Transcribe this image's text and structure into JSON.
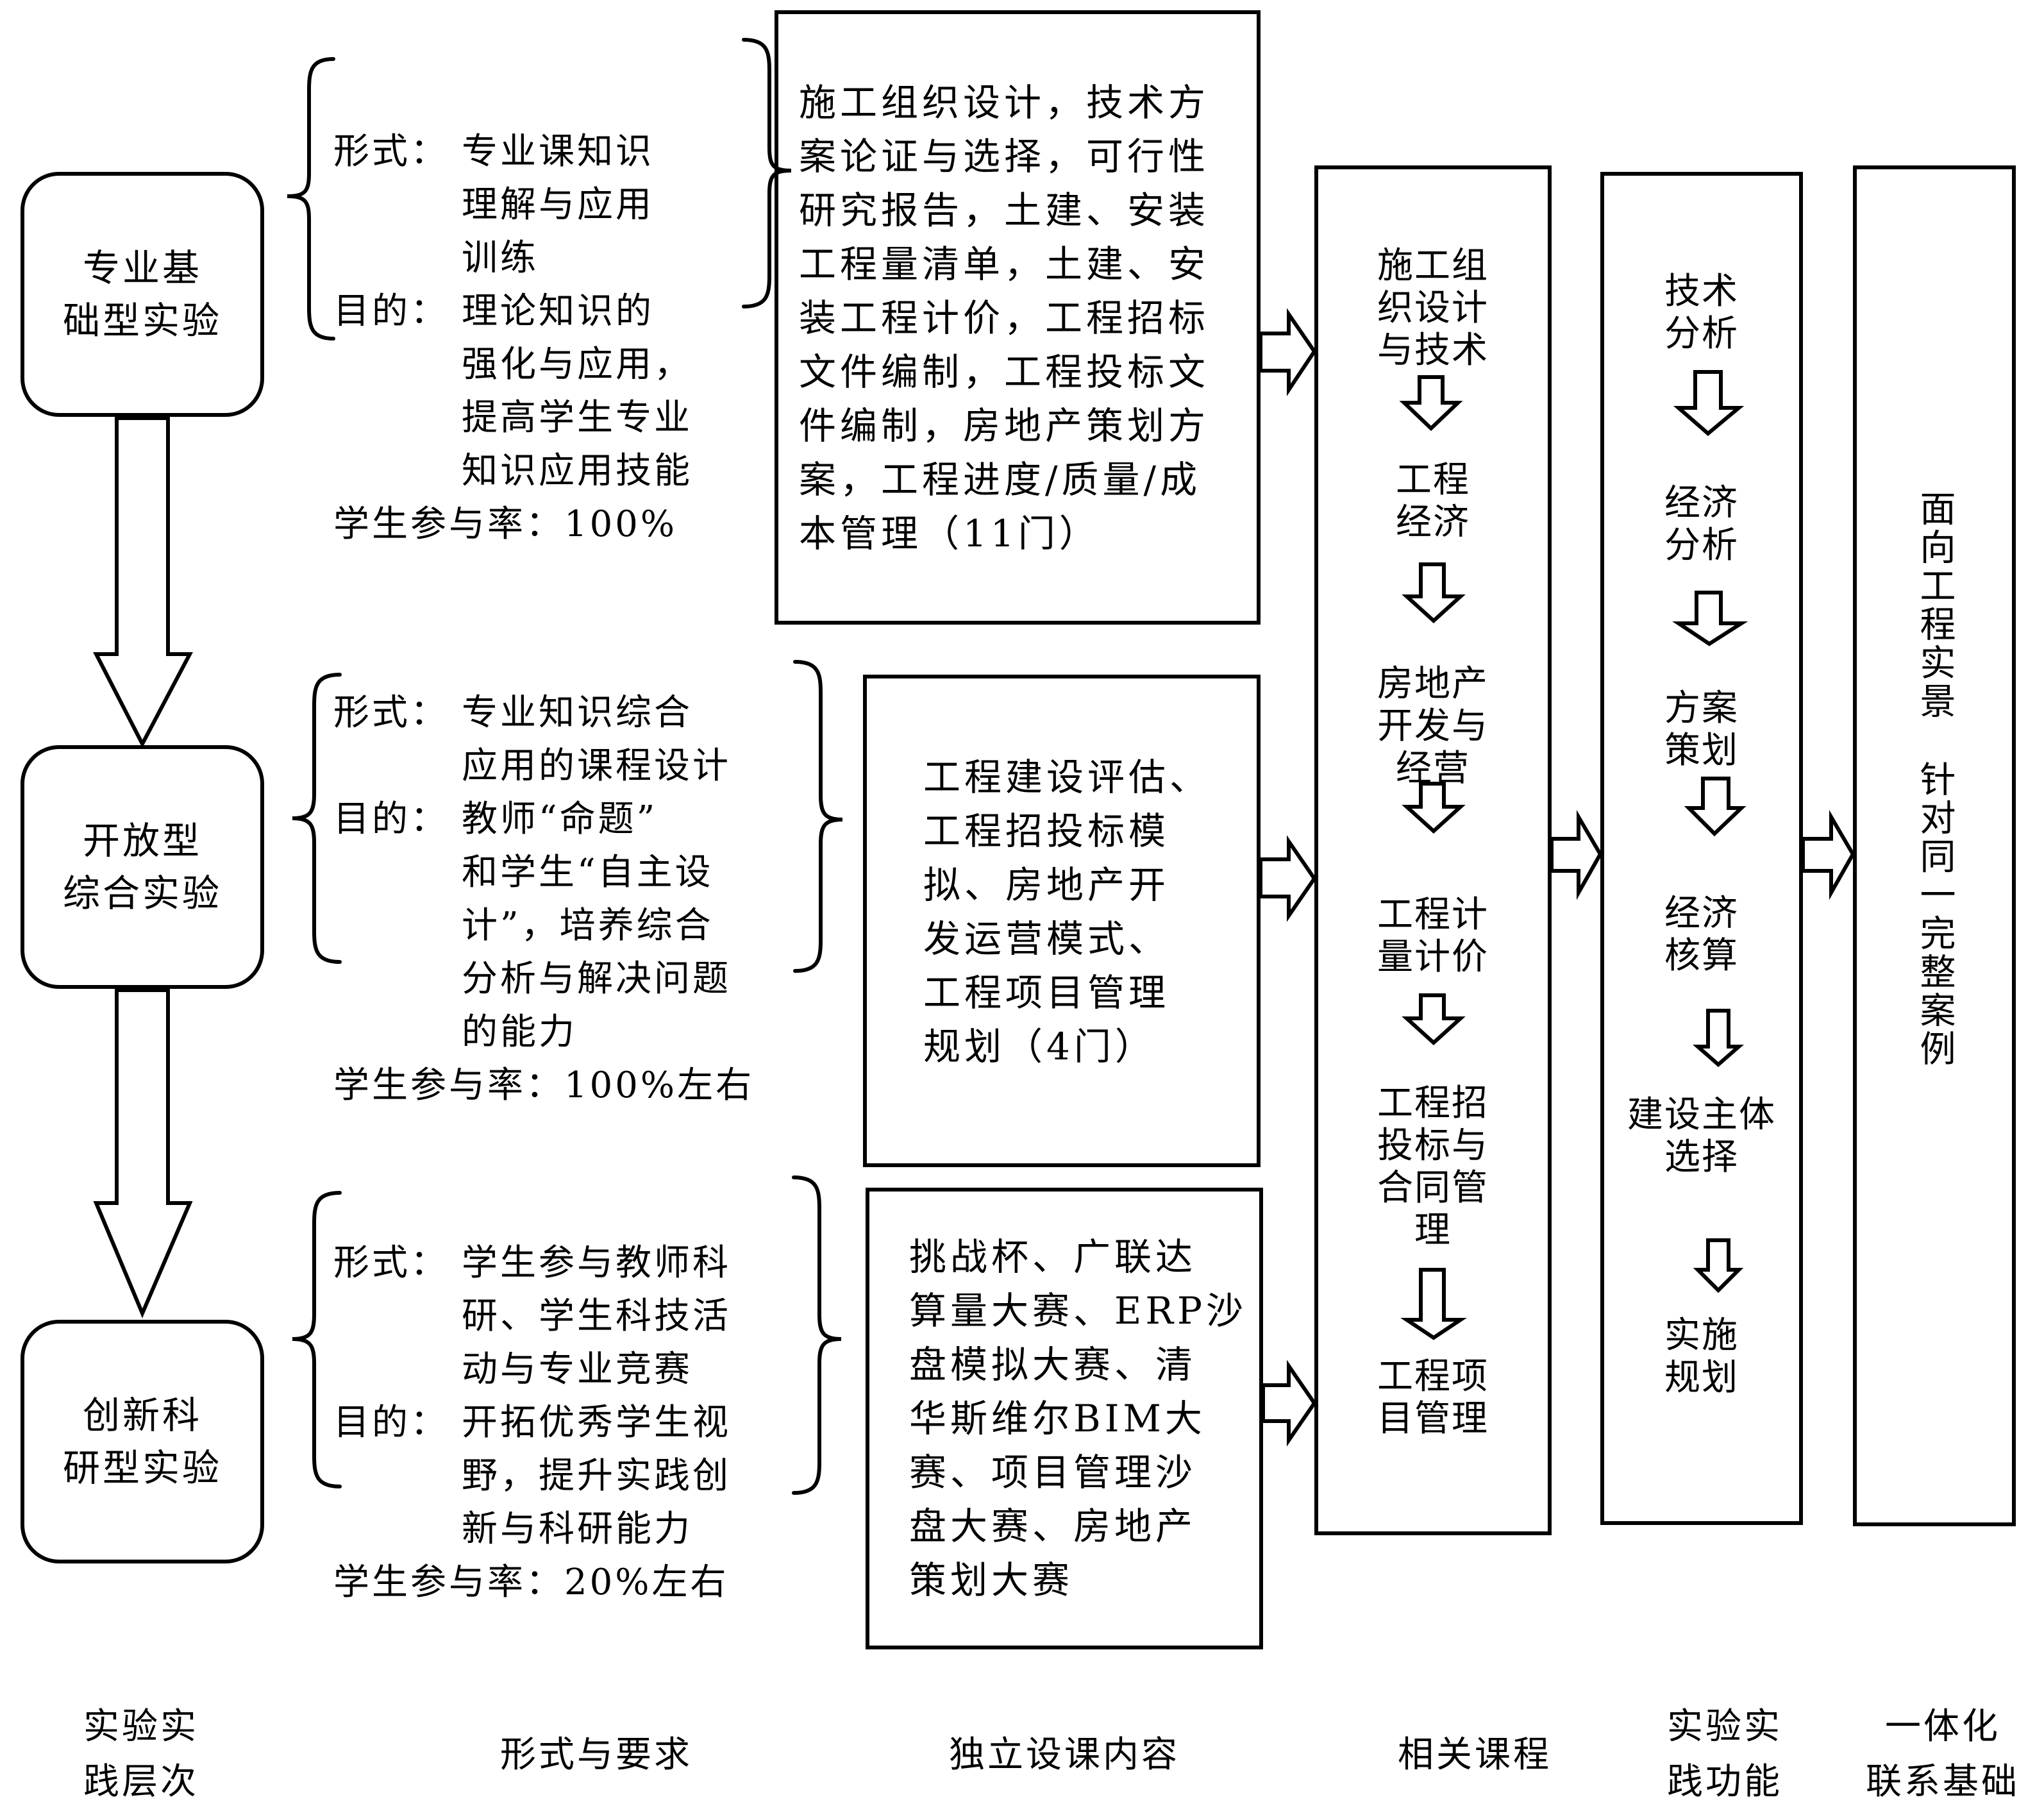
{
  "levels": [
    {
      "label": "专业基\n础型实验"
    },
    {
      "label": "开放型\n综合实验"
    },
    {
      "label": "创新科\n研型实验"
    }
  ],
  "requirements": [
    {
      "form_label": "形式：",
      "form_value": "专业课知识\n理解与应用\n训练",
      "purpose_label": "目的：",
      "purpose_value": "理论知识的\n强化与应用，\n提高学生专业\n知识应用技能",
      "rate_label": "学生参与率：",
      "rate_value": "100%"
    },
    {
      "form_label": "形式：",
      "form_value": "专业知识综合\n应用的课程设计",
      "purpose_label": "目的：",
      "purpose_value": "教师“命题”\n和学生“自主设\n计”，培养综合\n分析与解决问题\n的能力",
      "rate_label": "学生参与率：",
      "rate_value": "100%左右"
    },
    {
      "form_label": "形式：",
      "form_value": "学生参与教师科\n研、学生科技活\n动与专业竞赛",
      "purpose_label": "目的：",
      "purpose_value": "开拓优秀学生视\n野，提升实践创\n新与科研能力",
      "rate_label": "学生参与率：",
      "rate_value": "20%左右"
    }
  ],
  "course_content": [
    {
      "text": "施工组织设计，技术方\n案论证与选择，可行性\n研究报告，土建、安装\n工程量清单，土建、安\n装工程计价，工程招标\n文件编制，工程投标文\n件编制，房地产策划方\n案，工程进度/质量/成\n本管理（11门）"
    },
    {
      "text": "工程建设评估、\n工程招投标模\n拟、房地产开\n发运营模式、\n工程项目管理\n规划（4门）"
    },
    {
      "text": "挑战杯、广联达\n算量大赛、ERP沙\n盘模拟大赛、清\n华斯维尔BIM大\n赛、项目管理沙\n盘大赛、房地产\n策划大赛"
    }
  ],
  "related_courses": [
    "施工组\n织设计\n与技术",
    "工程\n经济",
    "房地产\n开发与\n经营",
    "工程计\n量计价",
    "工程招\n投标与\n合同管\n理",
    "工程项\n目管理"
  ],
  "practice_functions": [
    "技术\n分析",
    "经济\n分析",
    "方案\n策划",
    "经济\n核算",
    "建设主体\n选择",
    "实施\n规划"
  ],
  "integration_basis": {
    "part1": "面向工程实景",
    "part2": "针对同一完整案例"
  },
  "footer_labels": [
    "实验实\n践层次",
    "形式与要求",
    "独立设课内容",
    "相关课程",
    "实验实\n践功能",
    "一体化\n联系基础"
  ]
}
